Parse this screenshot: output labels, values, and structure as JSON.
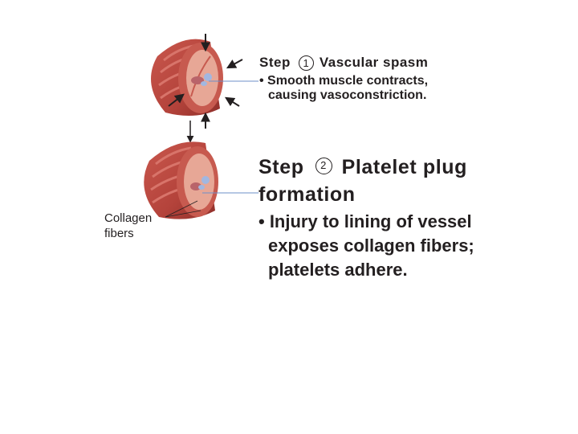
{
  "step1": {
    "label": "Step",
    "number": "1",
    "title": "Vascular spasm",
    "bullet": "• Smooth muscle contracts,",
    "bullet_cont": "causing vasoconstriction."
  },
  "step2": {
    "label": "Step",
    "number": "2",
    "title": "Platelet plug",
    "title_cont": "formation",
    "bullet": "• Injury to lining of vessel",
    "bullet_cont1": "exposes collagen fibers;",
    "bullet_cont2": "platelets adhere."
  },
  "collagen_label": {
    "line1": "Collagen",
    "line2": "fibers"
  },
  "colors": {
    "vessel_outer": "#b8473f",
    "vessel_ridge": "#d8746a",
    "vessel_inner": "#e7a796",
    "platelet": "#a2b7e0",
    "text": "#231f20"
  }
}
